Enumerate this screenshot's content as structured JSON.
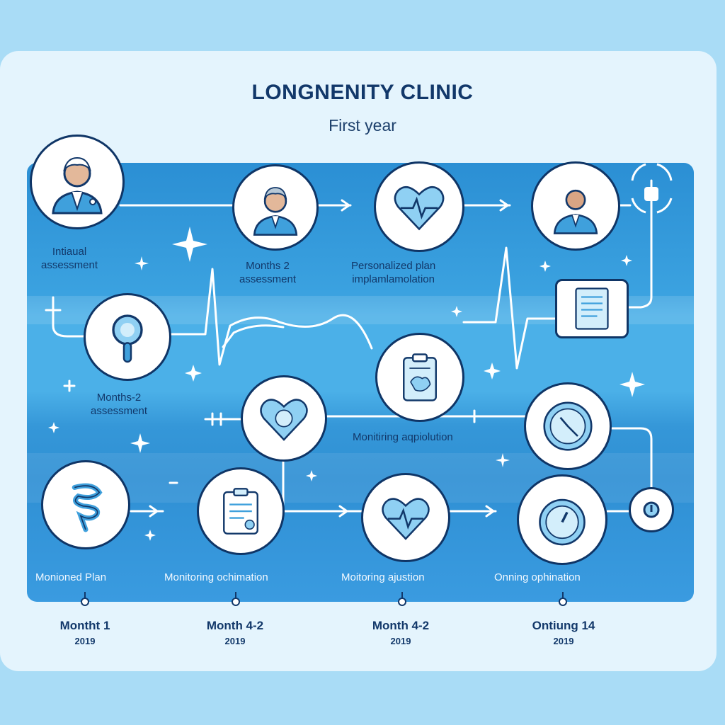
{
  "title": "LONGNENITY CLINIC",
  "subtitle": "First year",
  "stages_row1": [
    {
      "label_line1": "Intiaual",
      "label_line2": "assessment",
      "icon": "doctor-icon"
    },
    {
      "label_line1": "Months 2",
      "label_line2": "assessment",
      "icon": "doctor-icon"
    },
    {
      "label_line1": "Personalized plan",
      "label_line2": "implamlamolation",
      "icon": "heart-pulse-icon"
    },
    {
      "label_line1": "",
      "label_line2": "",
      "icon": "doctor-icon"
    }
  ],
  "stages_row2": [
    {
      "label_line1": "Months-2",
      "label_line2": "assessment",
      "icon": "magnifier-icon"
    },
    {
      "label_line1": "",
      "label_line2": "",
      "icon": "clipboard-icon"
    },
    {
      "label_line1": "",
      "label_line2": "",
      "icon": "document-icon"
    }
  ],
  "stages_row3": [
    {
      "label_line1": "",
      "icon": "heart-icon"
    },
    {
      "label_line1": "Monitiring aqpiolution",
      "icon": "clock-icon"
    }
  ],
  "stages_row4": [
    {
      "label": "Monioned Plan",
      "icon": "spiral-icon"
    },
    {
      "label": "Monitoring ochimation",
      "icon": "clipboard-icon"
    },
    {
      "label": "Moitoring ajustion",
      "icon": "heart-pulse-icon"
    },
    {
      "label": "Onning ophination",
      "icon": "stopwatch-icon"
    }
  ],
  "timeline": [
    {
      "month": "Montht 1",
      "year": "2019"
    },
    {
      "month": "Month 4-2",
      "year": "2019"
    },
    {
      "month": "Month 4-2",
      "year": "2019"
    },
    {
      "month": "Ontiung 14",
      "year": "2019"
    }
  ],
  "colors": {
    "navy": "#12386a",
    "panel": "#3597d8",
    "light_blue": "#8fd0f3",
    "background": "#a9dcf6"
  }
}
